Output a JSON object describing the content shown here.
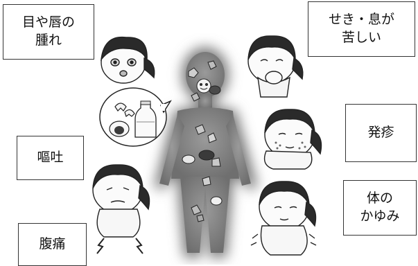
{
  "labels": {
    "eyes_lips_swelling": "目や唇の\n腫れ",
    "cough_breathing": "せき・息が\n苦しい",
    "vomiting": "嘔吐",
    "rash": "発疹",
    "itching": "体の\nかゆみ",
    "stomach_pain": "腹痛"
  },
  "colors": {
    "body_glow": "#888888",
    "hair": "#2a2a2a",
    "outline": "#222222"
  },
  "icons": {
    "center_figure": "human-silhouette-icon",
    "food_bubble": "egg-and-milk-icon"
  }
}
